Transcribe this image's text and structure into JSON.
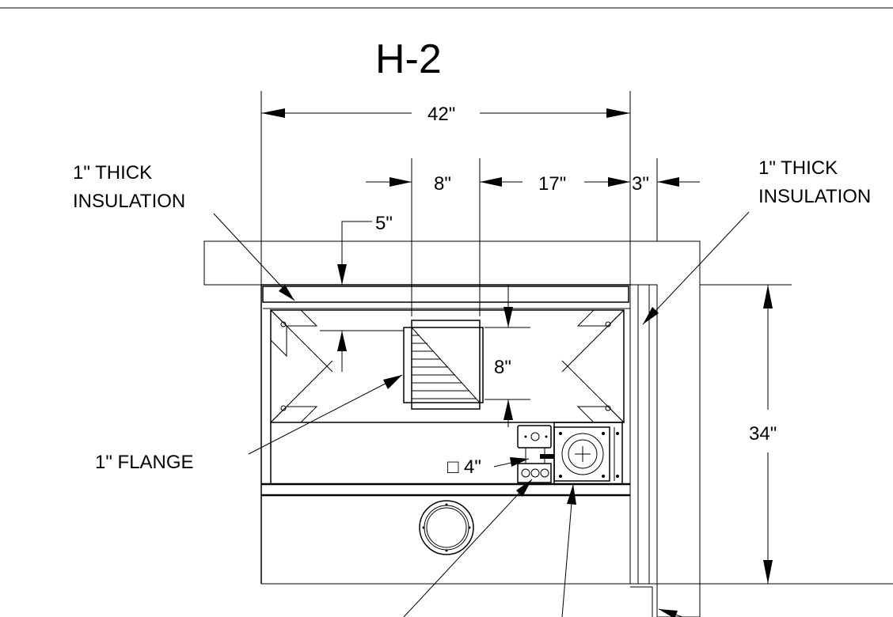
{
  "title": "H-2",
  "dimensions": {
    "overall_width": "42\"",
    "grille_width": "8\"",
    "right_span": "17\"",
    "gap": "3\"",
    "offset": "5\"",
    "grille_height": "8\"",
    "overall_height": "34\"",
    "duct_size_symbol": "□",
    "duct_size": "4\""
  },
  "labels": {
    "insulation_left_line1": "1\" THICK",
    "insulation_left_line2": "INSULATION",
    "insulation_right_line1": "1\" THICK",
    "insulation_right_line2": "INSULATION",
    "flange": "1\" FLANGE"
  }
}
